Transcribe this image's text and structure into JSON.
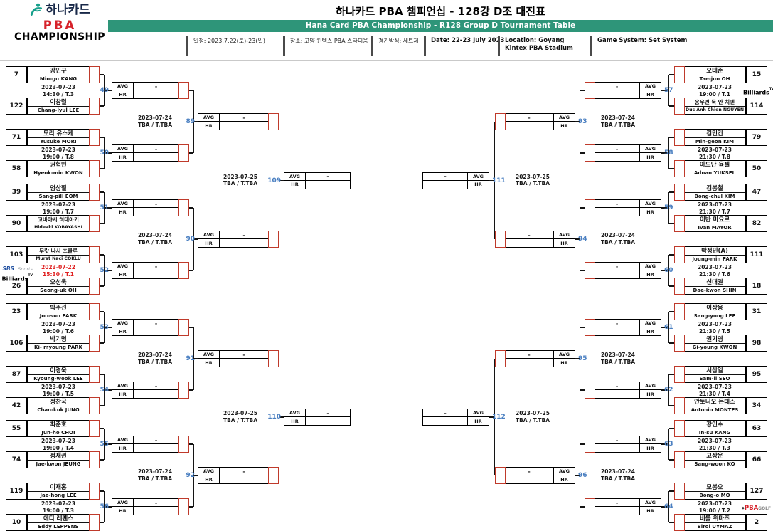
{
  "header": {
    "logo": {
      "hana": "하나카드",
      "pba": "PBA",
      "championship": "CHAMPIONSHIP"
    },
    "title_kr": "하나카드 PBA 챔피언십 - 128강 D조 대진표",
    "banner_en": "Hana Card PBA Championship - R128 Group D Tournament Table",
    "info": [
      {
        "text": "일정: 2023.7.22(토)-23(일)"
      },
      {
        "text": "장소: 고양 킨텍스 PBA 스타디움"
      },
      {
        "text": "경기방식: 세트제"
      },
      {
        "text": "Date: 22-23 July 2023"
      },
      {
        "text": "Location: Goyang Kintex PBA Stadium"
      },
      {
        "text": "Game System: Set System"
      }
    ]
  },
  "colors": {
    "accent_green": "#2e9579",
    "match_blue": "#4a7fc1",
    "bracket_red": "#bf3a2b",
    "alert_red": "#e02020",
    "logo_red": "#d6222a",
    "logo_teal": "#17a08c"
  },
  "labels": {
    "avg": "AVG",
    "hr": "HR",
    "avg_value": "-",
    "hr_value": ""
  },
  "logos": {
    "sbs_line1_a": "SBS",
    "sbs_line1_b": "Sports",
    "billiards": "Billiards",
    "tv_sup": "TV",
    "golf_icon": "◆",
    "golf_pba": "PBA",
    "golf_suffix": "GOLF"
  },
  "bracket": {
    "r64_schedule": {
      "date": "2023-07-24",
      "time": "TBA / T.TBA"
    },
    "r32_schedule": {
      "date": "2023-07-25",
      "time": "TBA / T.TBA"
    },
    "r128": [
      {
        "no": "49",
        "side": "left",
        "quarter": 0,
        "pair": 0,
        "date": "2023-07-23",
        "time": "14:30 / T.3",
        "red": false,
        "logo": null,
        "p1": {
          "seed": "7",
          "kr": "강민구",
          "en": "Min-gu KANG"
        },
        "p2": {
          "seed": "122",
          "kr": "이창렬",
          "en": "Chang-lyul LEE"
        }
      },
      {
        "no": "50",
        "side": "left",
        "quarter": 0,
        "pair": 1,
        "date": "2023-07-23",
        "time": "19:00 / T.8",
        "red": false,
        "logo": null,
        "p1": {
          "seed": "71",
          "kr": "모리 유스케",
          "en": "Yusuke MORI"
        },
        "p2": {
          "seed": "58",
          "kr": "권혁민",
          "en": "Hyeok-min KWON"
        }
      },
      {
        "no": "51",
        "side": "left",
        "quarter": 1,
        "pair": 0,
        "date": "2023-07-23",
        "time": "19:00 / T.7",
        "red": false,
        "logo": null,
        "p1": {
          "seed": "39",
          "kr": "엄상필",
          "en": "Sang-pill EOM"
        },
        "p2": {
          "seed": "90",
          "kr": "고바야시 히데아키",
          "en": "Hideaki KOBAYASHI"
        }
      },
      {
        "no": "52",
        "side": "left",
        "quarter": 1,
        "pair": 1,
        "date": "2023-07-22",
        "time": "15:30 / T.1",
        "red": true,
        "logo": "sbs",
        "p1": {
          "seed": "103",
          "kr": "무랏 나시 초클루",
          "en": "Murat Naci COKLU"
        },
        "p2": {
          "seed": "26",
          "kr": "오성욱",
          "en": "Seong-uk OH"
        }
      },
      {
        "no": "53",
        "side": "left",
        "quarter": 2,
        "pair": 0,
        "date": "2023-07-23",
        "time": "19:00 / T.6",
        "red": false,
        "logo": null,
        "p1": {
          "seed": "23",
          "kr": "박주선",
          "en": "Joo-sun PARK"
        },
        "p2": {
          "seed": "106",
          "kr": "박기명",
          "en": "Ki- myoung PARK"
        }
      },
      {
        "no": "54",
        "side": "left",
        "quarter": 2,
        "pair": 1,
        "date": "2023-07-23",
        "time": "19:00 / T.5",
        "red": false,
        "logo": null,
        "p1": {
          "seed": "87",
          "kr": "이경욱",
          "en": "Kyoung-wook LEE"
        },
        "p2": {
          "seed": "42",
          "kr": "정찬국",
          "en": "Chan-kuk JUNG"
        }
      },
      {
        "no": "55",
        "side": "left",
        "quarter": 3,
        "pair": 0,
        "date": "2023-07-23",
        "time": "19:00 / T.4",
        "red": false,
        "logo": null,
        "p1": {
          "seed": "55",
          "kr": "최준호",
          "en": "Jun-ho CHOI"
        },
        "p2": {
          "seed": "74",
          "kr": "정재권",
          "en": "Jae-kwon JEUNG"
        }
      },
      {
        "no": "56",
        "side": "left",
        "quarter": 3,
        "pair": 1,
        "date": "2023-07-23",
        "time": "19:00 / T.3",
        "red": false,
        "logo": null,
        "p1": {
          "seed": "119",
          "kr": "이재홍",
          "en": "Jae-hong LEE"
        },
        "p2": {
          "seed": "10",
          "kr": "에디 레펜스",
          "en": "Eddy LEPPENS"
        }
      },
      {
        "no": "57",
        "side": "right",
        "quarter": 0,
        "pair": 0,
        "date": "2023-07-23",
        "time": "19:00 / T.1",
        "red": false,
        "logo": "btv",
        "p1": {
          "seed": "15",
          "kr": "오태준",
          "en": "Tae-jun OH"
        },
        "p2": {
          "seed": "114",
          "kr": "응우옌 둑 안 치엔",
          "en": "Duc Anh Chien NGUYEN"
        }
      },
      {
        "no": "58",
        "side": "right",
        "quarter": 0,
        "pair": 1,
        "date": "2023-07-23",
        "time": "21:30 / T.8",
        "red": false,
        "logo": null,
        "p1": {
          "seed": "79",
          "kr": "김민건",
          "en": "Min-geon KIM"
        },
        "p2": {
          "seed": "50",
          "kr": "아드난 육셀",
          "en": "Adnan YUKSEL"
        }
      },
      {
        "no": "59",
        "side": "right",
        "quarter": 1,
        "pair": 0,
        "date": "2023-07-23",
        "time": "21:30 / T.7",
        "red": false,
        "logo": null,
        "p1": {
          "seed": "47",
          "kr": "김봉철",
          "en": "Bong-chul KIM"
        },
        "p2": {
          "seed": "82",
          "kr": "이반 마요르",
          "en": "Ivan MAYOR"
        }
      },
      {
        "no": "60",
        "side": "right",
        "quarter": 1,
        "pair": 1,
        "date": "2023-07-23",
        "time": "21:30 / T.6",
        "red": false,
        "logo": null,
        "p1": {
          "seed": "111",
          "kr": "박정민(A)",
          "en": "Joung-min PARK"
        },
        "p2": {
          "seed": "18",
          "kr": "신대권",
          "en": "Dae-kwon SHIN"
        }
      },
      {
        "no": "61",
        "side": "right",
        "quarter": 2,
        "pair": 0,
        "date": "2023-07-23",
        "time": "21:30 / T.5",
        "red": false,
        "logo": null,
        "p1": {
          "seed": "31",
          "kr": "이상용",
          "en": "Sang-yong LEE"
        },
        "p2": {
          "seed": "98",
          "kr": "권기영",
          "en": "Gi-young KWON"
        }
      },
      {
        "no": "62",
        "side": "right",
        "quarter": 2,
        "pair": 1,
        "date": "2023-07-23",
        "time": "21:30 / T.4",
        "red": false,
        "logo": null,
        "p1": {
          "seed": "95",
          "kr": "서삼일",
          "en": "Sam-il SEO"
        },
        "p2": {
          "seed": "34",
          "kr": "안토니오 몬테스",
          "en": "Antonio MONTES"
        }
      },
      {
        "no": "63",
        "side": "right",
        "quarter": 3,
        "pair": 0,
        "date": "2023-07-23",
        "time": "21:30 / T.3",
        "red": false,
        "logo": null,
        "p1": {
          "seed": "63",
          "kr": "강인수",
          "en": "In-su KANG"
        },
        "p2": {
          "seed": "66",
          "kr": "고상운",
          "en": "Sang-woon KO"
        }
      },
      {
        "no": "64",
        "side": "right",
        "quarter": 3,
        "pair": 1,
        "date": "2023-07-23",
        "time": "19:00 / T.2",
        "red": false,
        "logo": "golf",
        "p1": {
          "seed": "127",
          "kr": "모봉오",
          "en": "Bong-o MO"
        },
        "p2": {
          "seed": "2",
          "kr": "비롤 위마즈",
          "en": "Birol UYMAZ"
        }
      }
    ],
    "r64": [
      {
        "no": "89",
        "side": "left",
        "quarter": 0
      },
      {
        "no": "90",
        "side": "left",
        "quarter": 1
      },
      {
        "no": "91",
        "side": "left",
        "quarter": 2
      },
      {
        "no": "92",
        "side": "left",
        "quarter": 3
      },
      {
        "no": "93",
        "side": "right",
        "quarter": 0
      },
      {
        "no": "94",
        "side": "right",
        "quarter": 1
      },
      {
        "no": "95",
        "side": "right",
        "quarter": 2
      },
      {
        "no": "96",
        "side": "right",
        "quarter": 3
      }
    ],
    "r32": [
      {
        "no": "109",
        "side": "left",
        "half": 0
      },
      {
        "no": "110",
        "side": "left",
        "half": 1
      },
      {
        "no": "111",
        "side": "right",
        "half": 0
      },
      {
        "no": "112",
        "side": "right",
        "half": 1
      }
    ]
  }
}
